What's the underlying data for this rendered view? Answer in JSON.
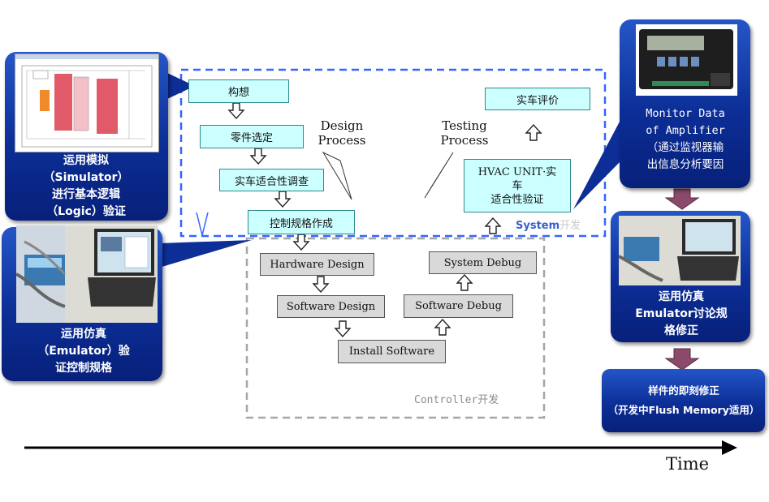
{
  "design_process": {
    "label": "Design\nProcess",
    "steps": [
      "构想",
      "零件选定",
      "实车适合性调查",
      "控制规格作成"
    ]
  },
  "testing_process": {
    "label": "Testing\nProcess",
    "steps": [
      "实车评价",
      "HVAC UNIT·实\n车\n适合性验证"
    ]
  },
  "system_label": {
    "en": "System",
    "zh": "开发"
  },
  "controller": {
    "label": "Controller开发",
    "steps": [
      "Hardware Design",
      "Software Design",
      "Install Software",
      "Software Debug",
      "System Debug"
    ]
  },
  "callouts": {
    "simulator": "运用模拟\n（Simulator）\n进行基本逻辑\n（Logic）验证",
    "emulator_left": "运用仿真\n（Emulator）验\n证控制规格",
    "monitor": "Monitor Data\nof Amplifier\n（通过监视器输\n出信息分析要因",
    "emulator_right": "运用仿真\nEmulator讨论规\n格修正",
    "flush": "样件的即刻修正\n（开发中Flush Memory适用）"
  },
  "timeline": {
    "label": "Time"
  },
  "colors": {
    "design_frame": "#3366ff",
    "controller_frame": "#a6a6a6",
    "bubble_blue": "#0c2e96",
    "step_fill": "#ccffff",
    "controller_step_fill": "#d9d9d9",
    "arrow_purple": "#8b4a6b"
  }
}
